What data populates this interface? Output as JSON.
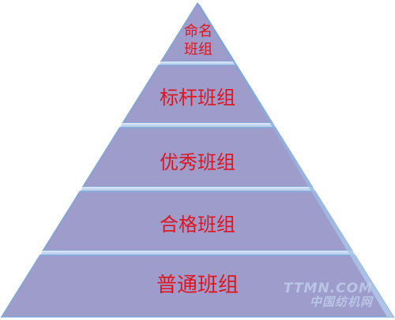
{
  "pyramid": {
    "levels": [
      {
        "label": "命名\n班组"
      },
      {
        "label": "标杆班组"
      },
      {
        "label": "优秀班组"
      },
      {
        "label": "合格班组"
      },
      {
        "label": "普通班组"
      }
    ]
  },
  "colors": {
    "fill": "#9d9ccb",
    "band": "#c9dbf2",
    "edge": "#7fa7d8",
    "label": "#e0141e"
  },
  "watermark": {
    "en": "TTMN.COM",
    "cn": "中国纺机网"
  }
}
